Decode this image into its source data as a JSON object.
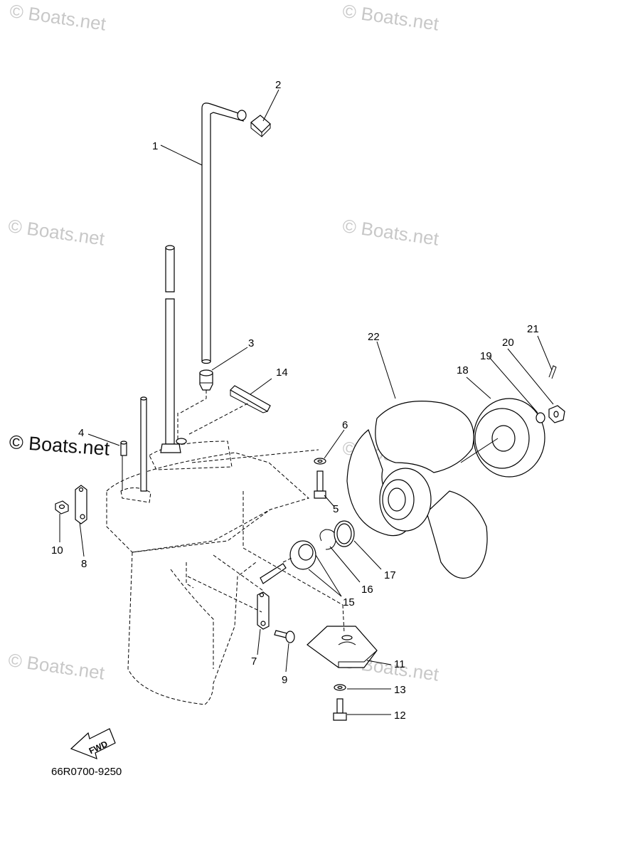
{
  "watermark": {
    "text": "© Boats.net",
    "brand_text": "© Boats.net"
  },
  "diagram_code": "66R0700-9250",
  "fwd_label": "FWD",
  "callouts": [
    "1",
    "2",
    "3",
    "4",
    "5",
    "6",
    "7",
    "8",
    "9",
    "10",
    "11",
    "12",
    "13",
    "14",
    "15",
    "16",
    "17",
    "18",
    "19",
    "20",
    "21",
    "22"
  ]
}
